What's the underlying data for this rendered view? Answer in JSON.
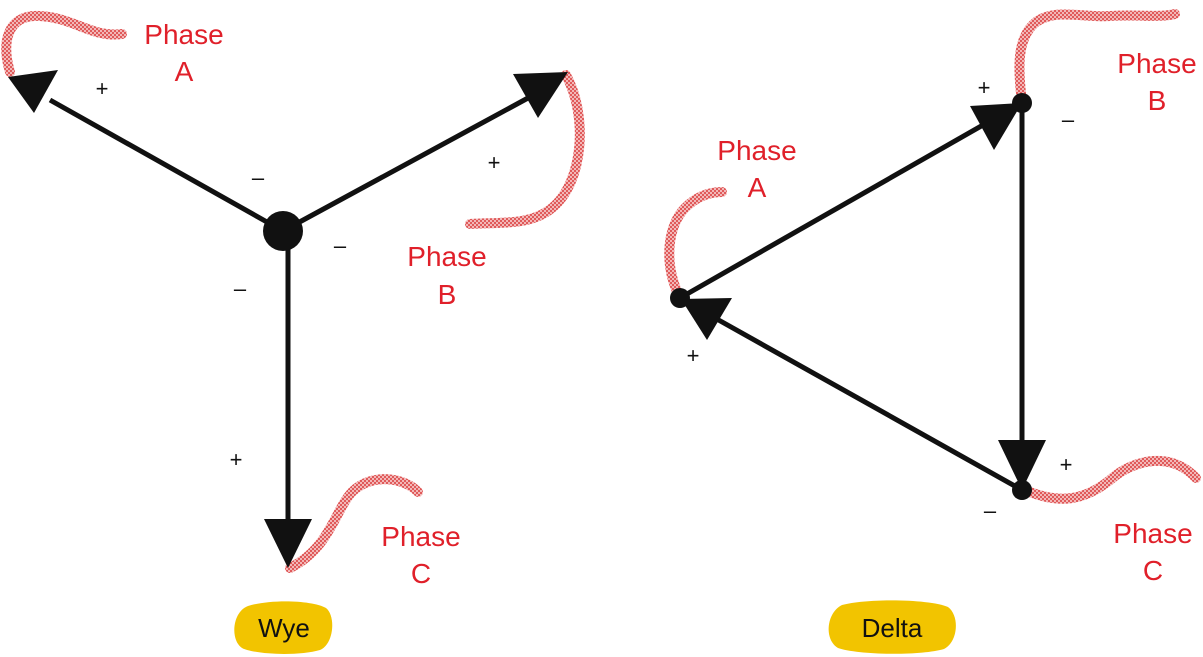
{
  "colors": {
    "phase": "#e0202a",
    "lead": "#e88282",
    "arrow": "#111111",
    "highlight": "#f2c400"
  },
  "wye": {
    "caption": "Wye",
    "phase_a": {
      "line1": "Phase",
      "line2": "A"
    },
    "phase_b": {
      "line1": "Phase",
      "line2": "B"
    },
    "phase_c": {
      "line1": "Phase",
      "line2": "C"
    },
    "signs": {
      "a_plus": "+",
      "a_minus": "–",
      "b_plus": "+",
      "b_minus": "–",
      "c_plus": "+",
      "c_minus": "–"
    }
  },
  "delta": {
    "caption": "Delta",
    "phase_a": {
      "line1": "Phase",
      "line2": "A"
    },
    "phase_b": {
      "line1": "Phase",
      "line2": "B"
    },
    "phase_c": {
      "line1": "Phase",
      "line2": "C"
    },
    "signs": {
      "a_plus": "+",
      "b_plus": "+",
      "b_minus": "–",
      "c_plus": "+",
      "c_minus": "–"
    }
  }
}
